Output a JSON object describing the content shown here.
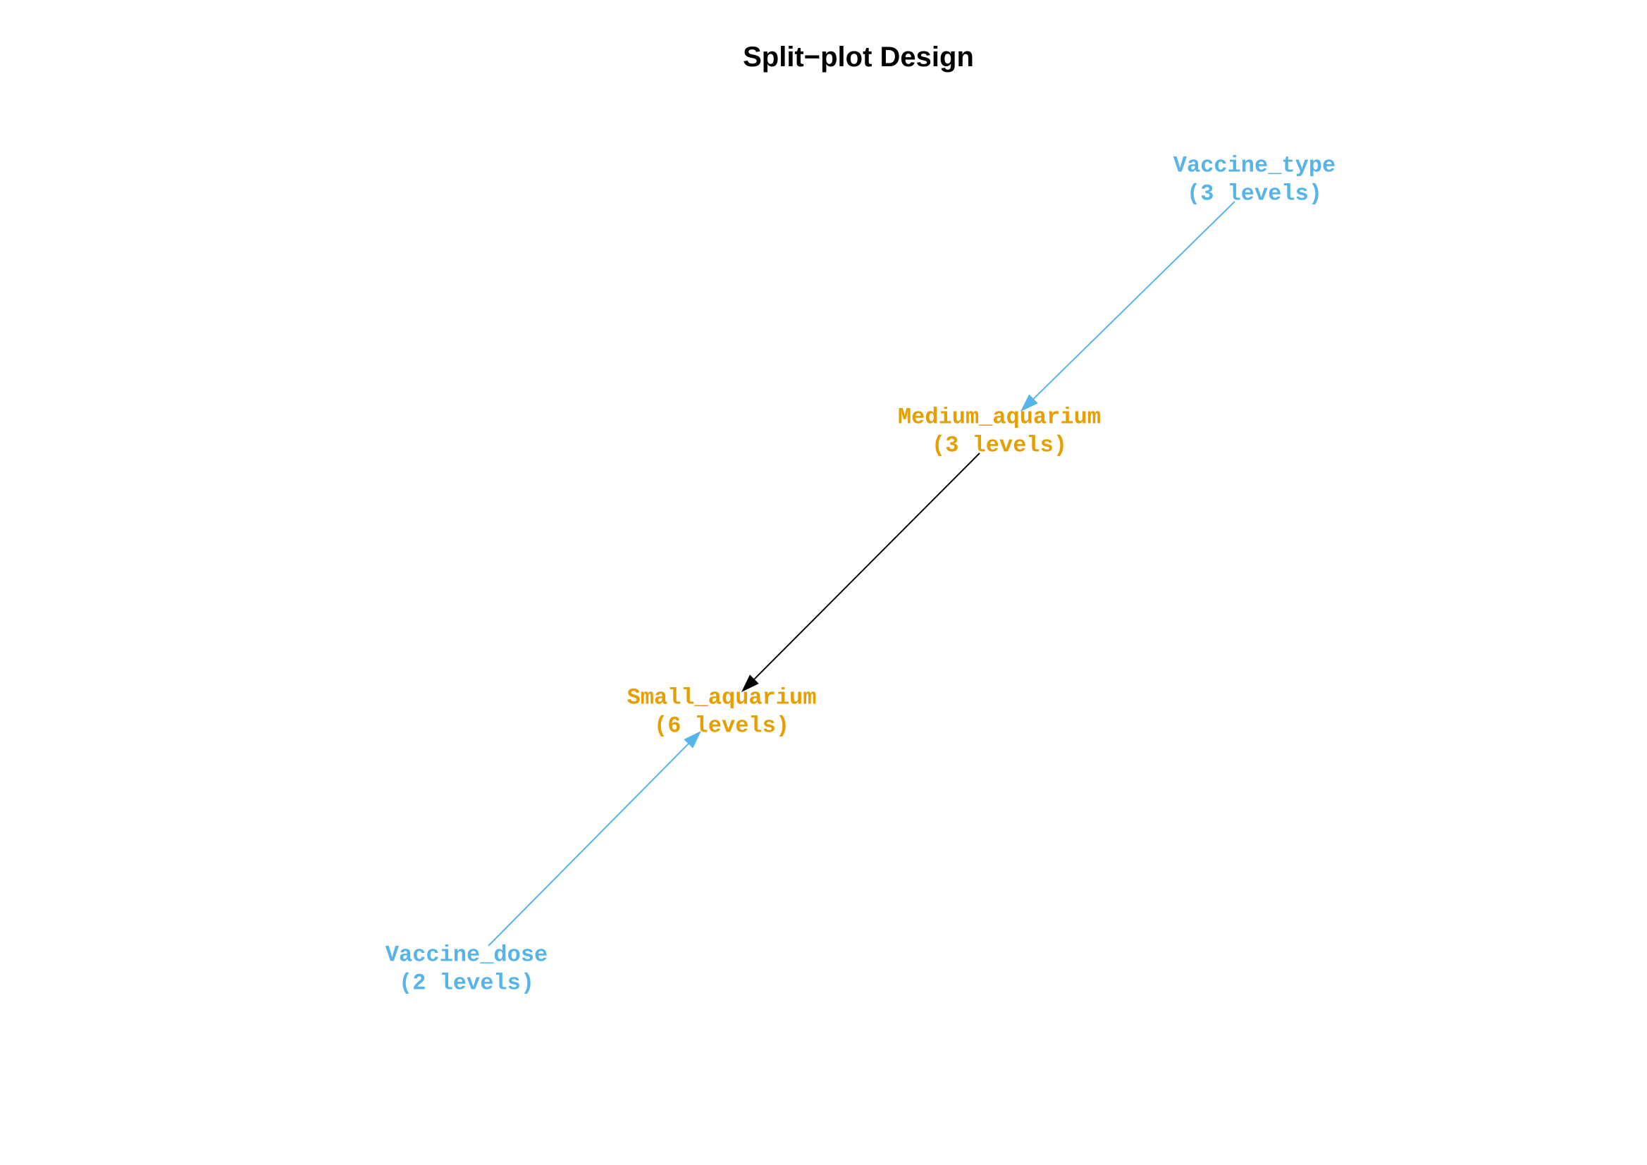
{
  "title": "Split−plot Design",
  "colors": {
    "treatment": "#56B4E9",
    "unit": "#E69F00",
    "edge_default": "#000000",
    "title": "#000000"
  },
  "nodes": [
    {
      "id": "vaccine_type",
      "name": "Vaccine_type",
      "levels": "(3 levels)",
      "role": "treatment"
    },
    {
      "id": "medium_aquarium",
      "name": "Medium_aquarium",
      "levels": "(3 levels)",
      "role": "unit"
    },
    {
      "id": "small_aquarium",
      "name": "Small_aquarium",
      "levels": "(6 levels)",
      "role": "unit"
    },
    {
      "id": "vaccine_dose",
      "name": "Vaccine_dose",
      "levels": "(2 levels)",
      "role": "treatment"
    }
  ],
  "edges": [
    {
      "from": "vaccine_type",
      "to": "medium_aquarium",
      "color": "#56B4E9"
    },
    {
      "from": "medium_aquarium",
      "to": "small_aquarium",
      "color": "#000000"
    },
    {
      "from": "vaccine_dose",
      "to": "small_aquarium",
      "color": "#56B4E9"
    }
  ]
}
